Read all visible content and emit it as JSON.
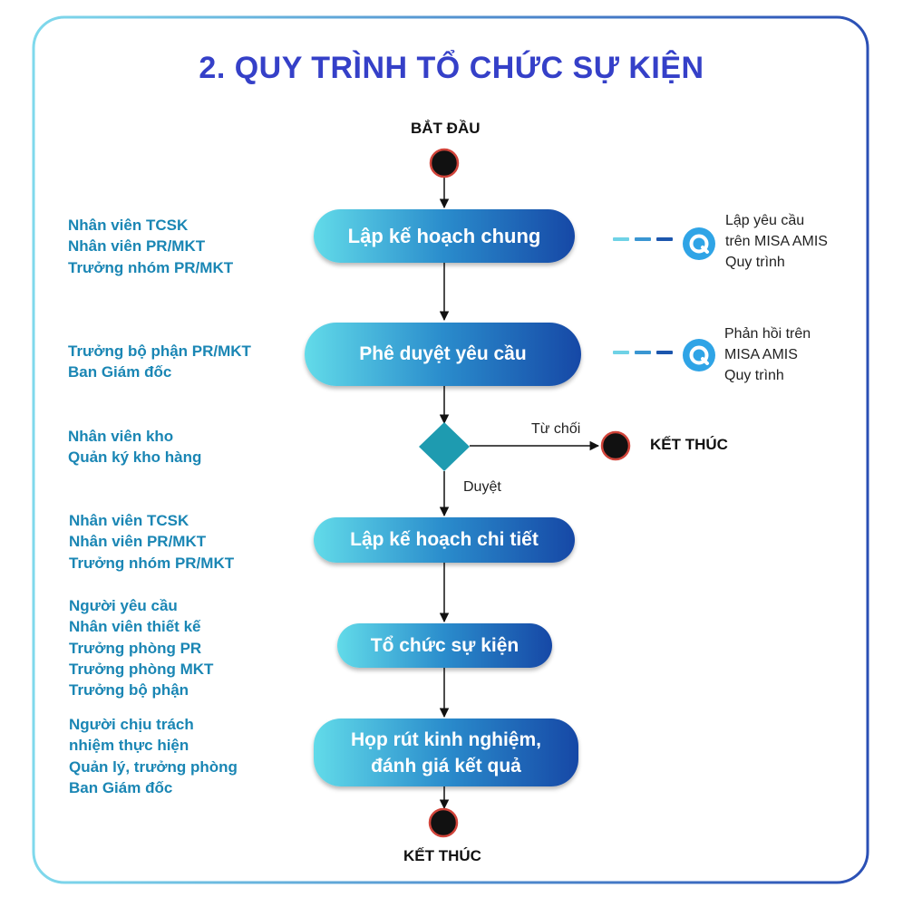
{
  "title": "2. QUY TRÌNH TỔ CHỨC SỰ KIỆN",
  "start_label": "BẮT ĐẦU",
  "end_label_reject": "KẾT THÚC",
  "end_label_final": "KẾT THÚC",
  "steps": [
    {
      "label": "Lập kế hoạch chung"
    },
    {
      "label": "Phê duyệt yêu cầu"
    },
    {
      "label": "Lập kế hoạch chi tiết"
    },
    {
      "label": "Tổ chức sự kiện"
    },
    {
      "label": "Họp rút kinh nghiệm, đánh giá kết quả"
    }
  ],
  "decision": {
    "reject_label": "Từ chối",
    "approve_label": "Duyệt"
  },
  "actors": [
    [
      "Nhân viên TCSK",
      "Nhân viên PR/MKT",
      "Trưởng nhóm PR/MKT"
    ],
    [
      "Trưởng bộ phận PR/MKT",
      "Ban Giám đốc"
    ],
    [
      "Nhân viên kho",
      "Quản ký kho hàng"
    ],
    [
      "Nhân viên TCSK",
      "Nhân viên PR/MKT",
      "Trưởng nhóm PR/MKT"
    ],
    [
      "Người yêu cầu",
      "Nhân viên thiết kế",
      "Trưởng phòng PR",
      "Trưởng phòng MKT",
      "Trưởng bộ phận"
    ],
    [
      "Người chịu trách",
      "nhiệm thực hiện",
      "Quản lý, trưởng phòng",
      "Ban Giám đốc"
    ]
  ],
  "notes": [
    {
      "icon": "misa-amis-icon",
      "lines": [
        "Lập yêu cầu",
        "trên MISA AMIS",
        "Quy trình"
      ]
    },
    {
      "icon": "misa-amis-icon",
      "lines": [
        "Phản hồi trên",
        "MISA AMIS",
        "Quy trình"
      ]
    }
  ],
  "colors": {
    "title": "#3540c8",
    "actor_text": "#1a86b4",
    "node_gradient_start": "#62dbe9",
    "node_gradient_end": "#1648a6",
    "decision": "#1e9bb0",
    "terminal_fill": "#111111",
    "terminal_ring": "#d0443a",
    "frame_left": "#7fd9ec",
    "frame_right": "#2a4fb5"
  }
}
